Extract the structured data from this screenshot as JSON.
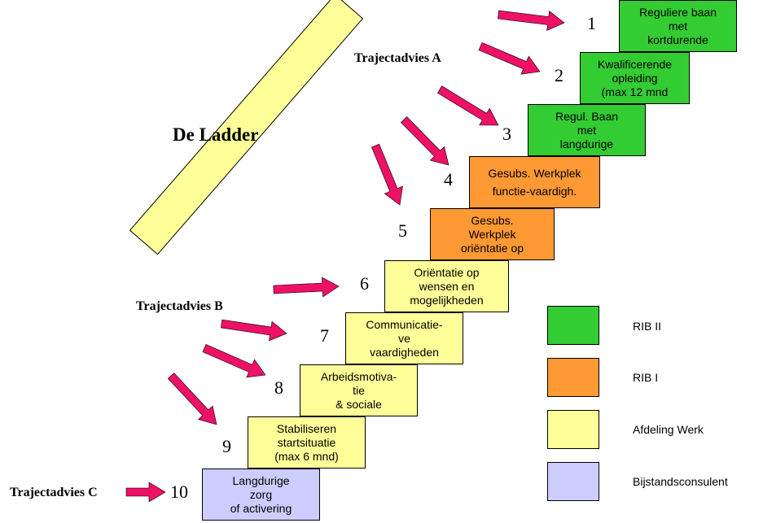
{
  "diagram": {
    "title": "De Ladder",
    "advice": {
      "a": "Trajectadvies A",
      "b": "Trajectadvies B",
      "c": "Trajectadvies C"
    },
    "steps": [
      {
        "number": "1",
        "lines": [
          "Reguliere baan",
          "met",
          "kortdurende"
        ],
        "group": "RIB II"
      },
      {
        "number": "2",
        "lines": [
          "Kwalificerende",
          "opleiding",
          "(max 12 mnd"
        ],
        "group": "RIB II"
      },
      {
        "number": "3",
        "lines": [
          "Regul. Baan",
          "met",
          "langdurige"
        ],
        "group": "RIB II"
      },
      {
        "number": "4",
        "lines": [
          "Gesubs. Werkplek",
          "functie-vaardigh."
        ],
        "group": "RIB I"
      },
      {
        "number": "5",
        "lines": [
          "Gesubs.",
          "Werkplek",
          "oriëntatie op"
        ],
        "group": "RIB I"
      },
      {
        "number": "6",
        "lines": [
          "Oriëntatie op",
          "wensen en",
          "mogelijkheden"
        ],
        "group": "Afdeling Werk"
      },
      {
        "number": "7",
        "lines": [
          "Communicatie-",
          "ve",
          "vaardigheden"
        ],
        "group": "Afdeling Werk"
      },
      {
        "number": "8",
        "lines": [
          "Arbeidsmotiva-",
          "tie",
          "& sociale"
        ],
        "group": "Afdeling Werk"
      },
      {
        "number": "9",
        "lines": [
          "Stabiliseren",
          "startsituatie",
          "(max 6 mnd)"
        ],
        "group": "Afdeling Werk"
      },
      {
        "number": "10",
        "lines": [
          "Langdurige",
          "zorg",
          "of activering"
        ],
        "group": "Bijstandsconsulent"
      }
    ]
  },
  "legend": [
    {
      "label": "RIB II",
      "color": "#33cc33"
    },
    {
      "label": "RIB I",
      "color": "#ff9933"
    },
    {
      "label": "Afdeling Werk",
      "color": "#ffff99"
    },
    {
      "label": "Bijstandsconsulent",
      "color": "#ccccff"
    }
  ],
  "colors": {
    "arrow": "#ee1166",
    "rib2": "#33cc33",
    "rib1": "#ff9933",
    "werk": "#ffff99",
    "bijstand": "#ccccff"
  }
}
